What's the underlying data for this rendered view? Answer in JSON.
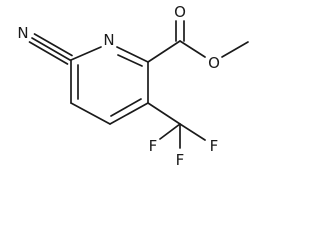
{
  "molecule": {
    "atoms": {
      "nitrile_n": "N",
      "ring_n": "N",
      "carbonyl_o": "O",
      "ester_o": "O",
      "f_right": "F",
      "f_left": "F",
      "f_bottom": "F"
    }
  }
}
